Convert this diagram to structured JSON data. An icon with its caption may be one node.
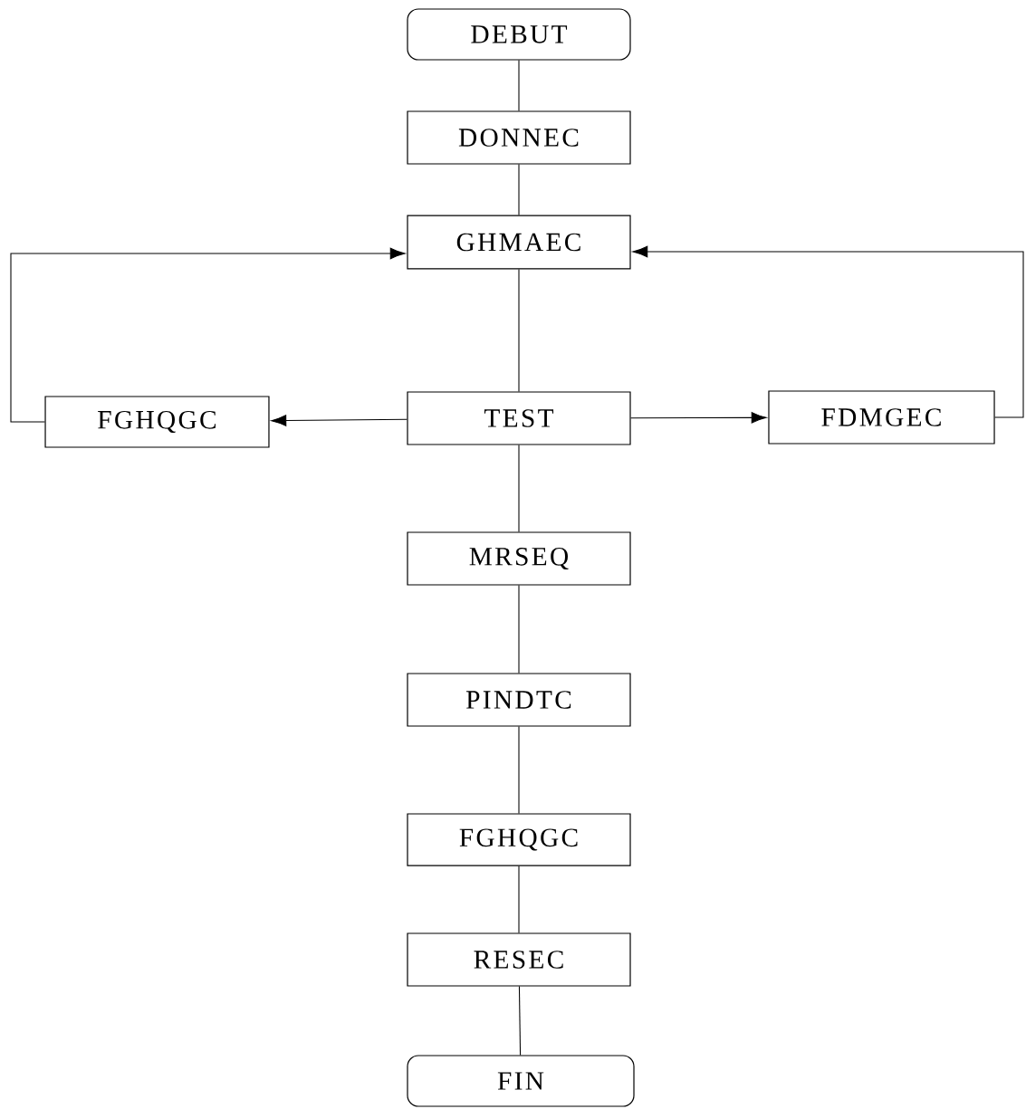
{
  "diagram": {
    "nodes": [
      {
        "text": [
          "DEBUT"
        ]
      },
      {
        "text": [
          "DONNEC"
        ]
      },
      {
        "text": [
          "GHMAEC"
        ]
      },
      {
        "text": [
          "TEST"
        ]
      },
      {
        "text": [
          "FGHQGC"
        ]
      },
      {
        "text": [
          "FDMGEC"
        ]
      },
      {
        "text": [
          "MRSEQ"
        ]
      },
      {
        "text": [
          "PINDTC"
        ]
      },
      {
        "text": [
          "FGHQGC"
        ]
      },
      {
        "text": [
          "RESEC"
        ]
      },
      {
        "text": [
          "FIN"
        ]
      }
    ],
    "edges": [
      {
        "from": 0,
        "to": 1,
        "arrow": "none"
      },
      {
        "from": 1,
        "to": 2,
        "arrow": "none"
      },
      {
        "from": 2,
        "to": 3,
        "arrow": "none"
      },
      {
        "from": 3,
        "to": 4,
        "arrow": "to"
      },
      {
        "from": 3,
        "to": 5,
        "arrow": "to"
      },
      {
        "from": 4,
        "to": 2,
        "arrow": "to"
      },
      {
        "from": 5,
        "to": 2,
        "arrow": "to"
      },
      {
        "from": 3,
        "to": 6,
        "arrow": "none"
      },
      {
        "from": 6,
        "to": 7,
        "arrow": "none"
      },
      {
        "from": 7,
        "to": 8,
        "arrow": "none"
      },
      {
        "from": 8,
        "to": 9,
        "arrow": "none"
      },
      {
        "from": 9,
        "to": 10,
        "arrow": "none"
      }
    ]
  }
}
